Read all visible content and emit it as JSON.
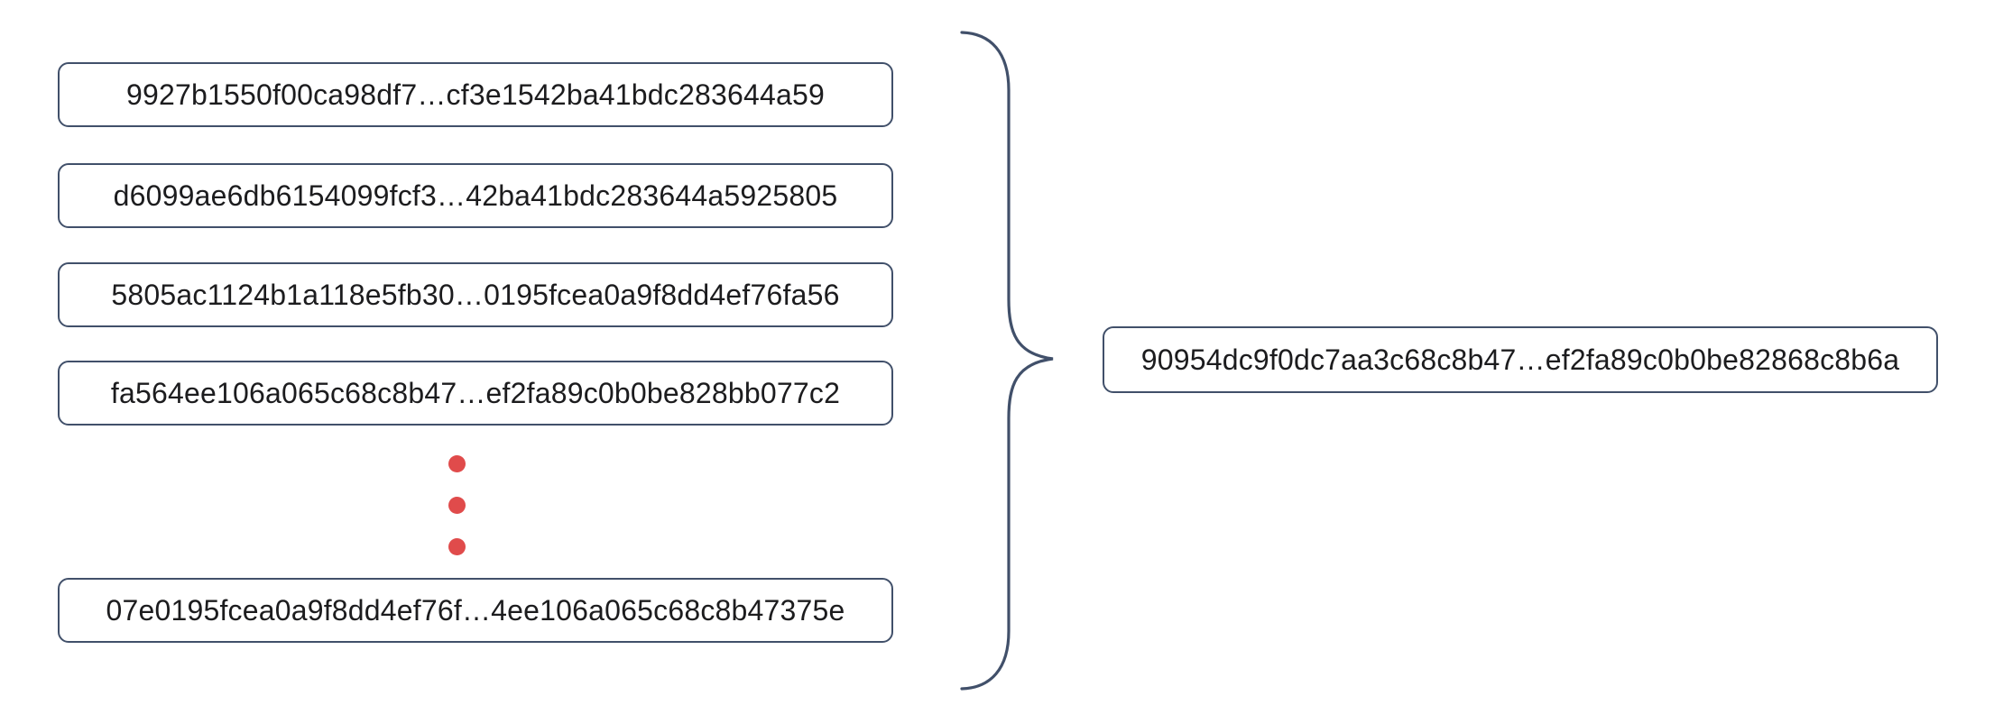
{
  "diagram": {
    "description": "Many chained hash values combined by a curly brace into a single resulting hash",
    "left_hashes": [
      "9927b1550f00ca98df7…cf3e1542ba41bdc283644a59",
      "d6099ae6db6154099fcf3…42ba41bdc283644a5925805",
      "5805ac1124b1a118e5fb30…0195fcea0a9f8dd4ef76fa56",
      "fa564ee106a065c68c8b47…ef2fa89c0b0be828bb077c2",
      "07e0195fcea0a9f8dd4ef76f…4ee106a065c68c8b47375e"
    ],
    "ellipsis_dot_count": 3,
    "result_hash": "90954dc9f0dc7aa3c68c8b47…ef2fa89c0b0be82868c8b6a"
  },
  "colors": {
    "box_border": "#41506a",
    "brace": "#41506a",
    "dot_red": "#e04b4b",
    "text": "#1c1c1e",
    "background": "#ffffff"
  }
}
